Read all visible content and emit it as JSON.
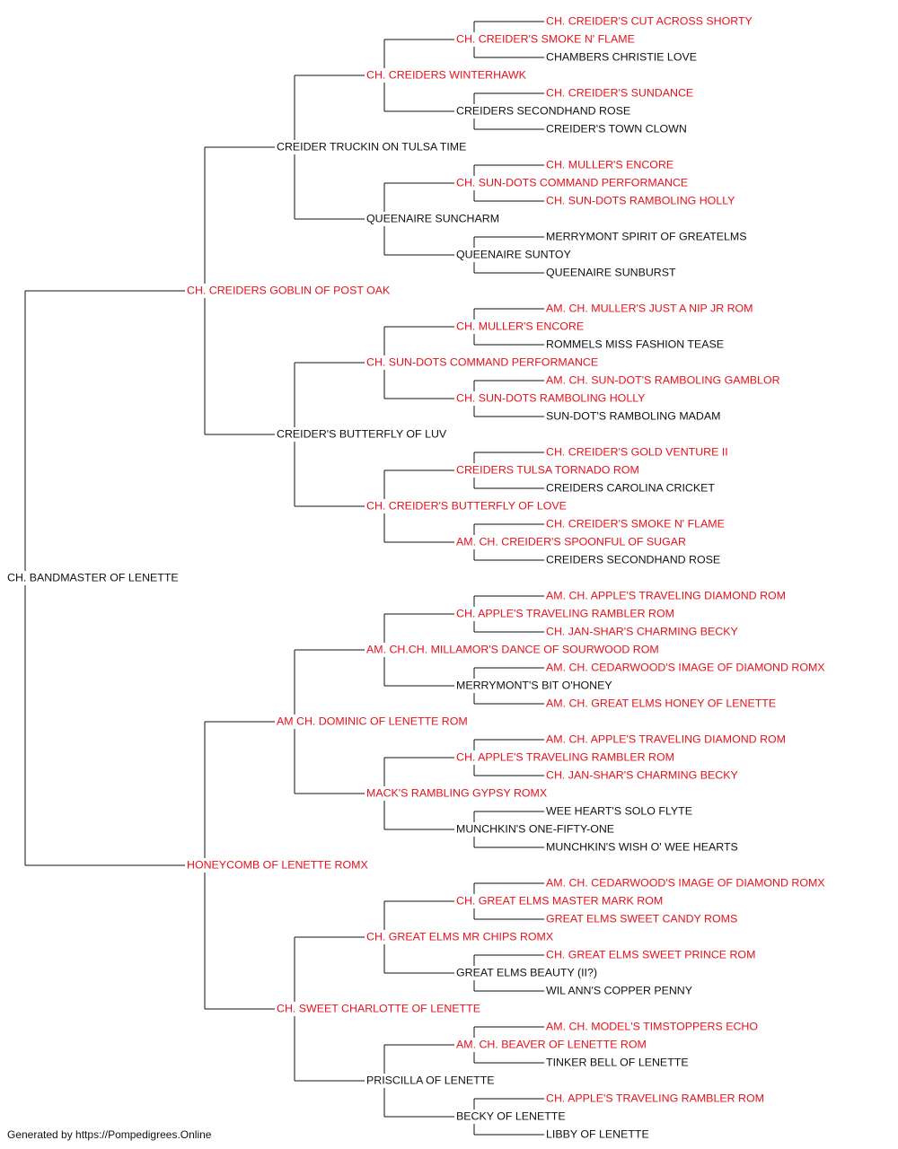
{
  "colors": {
    "champion": "#e8101a",
    "plain": "#111111",
    "line": "#111111"
  },
  "footer": "Generated by https://Pompedigrees.Online",
  "pedigree": {
    "name": "CH. BANDMASTER OF LENETTE",
    "champion": false,
    "sire": {
      "name": "CH. CREIDERS GOBLIN OF POST OAK",
      "champion": true,
      "sire": {
        "name": "CREIDER TRUCKIN ON TULSA TIME",
        "champion": false,
        "sire": {
          "name": "CH. CREIDERS WINTERHAWK",
          "champion": true,
          "sire": {
            "name": "CH. CREIDER'S SMOKE N' FLAME",
            "champion": true,
            "sire": {
              "name": "CH. CREIDER'S CUT ACROSS SHORTY",
              "champion": true
            },
            "dam": {
              "name": "CHAMBERS CHRISTIE LOVE",
              "champion": false
            }
          },
          "dam": {
            "name": "CREIDERS SECONDHAND ROSE",
            "champion": false,
            "sire": {
              "name": "CH. CREIDER'S SUNDANCE",
              "champion": true
            },
            "dam": {
              "name": "CREIDER'S TOWN CLOWN",
              "champion": false
            }
          }
        },
        "dam": {
          "name": "QUEENAIRE SUNCHARM",
          "champion": false,
          "sire": {
            "name": "CH. SUN-DOTS COMMAND PERFORMANCE",
            "champion": true,
            "sire": {
              "name": "CH. MULLER'S ENCORE",
              "champion": true
            },
            "dam": {
              "name": "CH. SUN-DOTS RAMBOLING HOLLY",
              "champion": true
            }
          },
          "dam": {
            "name": "QUEENAIRE SUNTOY",
            "champion": false,
            "sire": {
              "name": "MERRYMONT SPIRIT OF GREATELMS",
              "champion": false
            },
            "dam": {
              "name": "QUEENAIRE SUNBURST",
              "champion": false
            }
          }
        }
      },
      "dam": {
        "name": "CREIDER'S BUTTERFLY OF LUV",
        "champion": false,
        "sire": {
          "name": "CH. SUN-DOTS COMMAND PERFORMANCE",
          "champion": true,
          "sire": {
            "name": "CH. MULLER'S ENCORE",
            "champion": true,
            "sire": {
              "name": "AM. CH. MULLER'S JUST A NIP JR ROM",
              "champion": true
            },
            "dam": {
              "name": "ROMMELS MISS FASHION TEASE",
              "champion": false
            }
          },
          "dam": {
            "name": "CH. SUN-DOTS RAMBOLING HOLLY",
            "champion": true,
            "sire": {
              "name": "AM. CH. SUN-DOT'S RAMBOLING GAMBLOR",
              "champion": true
            },
            "dam": {
              "name": "SUN-DOT'S RAMBOLING MADAM",
              "champion": false
            }
          }
        },
        "dam": {
          "name": "CH. CREIDER'S BUTTERFLY OF LOVE",
          "champion": true,
          "sire": {
            "name": "CREIDERS TULSA TORNADO ROM",
            "champion": true,
            "sire": {
              "name": "CH. CREIDER'S GOLD VENTURE II",
              "champion": true
            },
            "dam": {
              "name": "CREIDERS CAROLINA CRICKET",
              "champion": false
            }
          },
          "dam": {
            "name": "AM. CH. CREIDER'S SPOONFUL OF SUGAR",
            "champion": true,
            "sire": {
              "name": "CH. CREIDER'S SMOKE N' FLAME",
              "champion": true
            },
            "dam": {
              "name": "CREIDERS SECONDHAND ROSE",
              "champion": false
            }
          }
        }
      }
    },
    "dam": {
      "name": "HONEYCOMB OF LENETTE ROMX",
      "champion": true,
      "sire": {
        "name": "AM CH. DOMINIC OF LENETTE ROM",
        "champion": true,
        "sire": {
          "name": "AM. CH.CH. MILLAMOR'S DANCE OF SOURWOOD ROM",
          "champion": true,
          "sire": {
            "name": "CH. APPLE'S TRAVELING RAMBLER ROM",
            "champion": true,
            "sire": {
              "name": "AM. CH. APPLE'S TRAVELING DIAMOND ROM",
              "champion": true
            },
            "dam": {
              "name": "CH. JAN-SHAR'S CHARMING BECKY",
              "champion": true
            }
          },
          "dam": {
            "name": "MERRYMONT'S BIT O'HONEY",
            "champion": false,
            "sire": {
              "name": "AM. CH. CEDARWOOD'S IMAGE OF DIAMOND ROMX",
              "champion": true
            },
            "dam": {
              "name": "AM. CH. GREAT ELMS HONEY OF LENETTE",
              "champion": true
            }
          }
        },
        "dam": {
          "name": "MACK'S RAMBLING GYPSY ROMX",
          "champion": true,
          "sire": {
            "name": "CH. APPLE'S TRAVELING RAMBLER ROM",
            "champion": true,
            "sire": {
              "name": "AM. CH. APPLE'S TRAVELING DIAMOND ROM",
              "champion": true
            },
            "dam": {
              "name": "CH. JAN-SHAR'S CHARMING BECKY",
              "champion": true
            }
          },
          "dam": {
            "name": "MUNCHKIN'S ONE-FIFTY-ONE",
            "champion": false,
            "sire": {
              "name": "WEE HEART'S SOLO FLYTE",
              "champion": false
            },
            "dam": {
              "name": "MUNCHKIN'S WISH O' WEE HEARTS",
              "champion": false
            }
          }
        }
      },
      "dam": {
        "name": "CH. SWEET CHARLOTTE OF LENETTE",
        "champion": true,
        "sire": {
          "name": "CH. GREAT ELMS MR CHIPS ROMX",
          "champion": true,
          "sire": {
            "name": "CH. GREAT ELMS MASTER MARK ROM",
            "champion": true,
            "sire": {
              "name": "AM. CH. CEDARWOOD'S IMAGE OF DIAMOND ROMX",
              "champion": true
            },
            "dam": {
              "name": "GREAT ELMS SWEET CANDY ROMS",
              "champion": true
            }
          },
          "dam": {
            "name": "GREAT ELMS BEAUTY (II?)",
            "champion": false,
            "sire": {
              "name": "CH. GREAT ELMS SWEET PRINCE ROM",
              "champion": true
            },
            "dam": {
              "name": "WIL ANN'S COPPER PENNY",
              "champion": false
            }
          }
        },
        "dam": {
          "name": "PRISCILLA OF LENETTE",
          "champion": false,
          "sire": {
            "name": "AM. CH. BEAVER OF LENETTE ROM",
            "champion": true,
            "sire": {
              "name": "AM. CH. MODEL'S TIMSTOPPERS ECHO",
              "champion": true
            },
            "dam": {
              "name": "TINKER BELL OF LENETTE",
              "champion": false
            }
          },
          "dam": {
            "name": "BECKY OF LENETTE",
            "champion": false,
            "sire": {
              "name": "CH. APPLE'S TRAVELING RAMBLER ROM",
              "champion": true
            },
            "dam": {
              "name": "LIBBY OF LENETTE",
              "champion": false
            }
          }
        }
      }
    }
  }
}
